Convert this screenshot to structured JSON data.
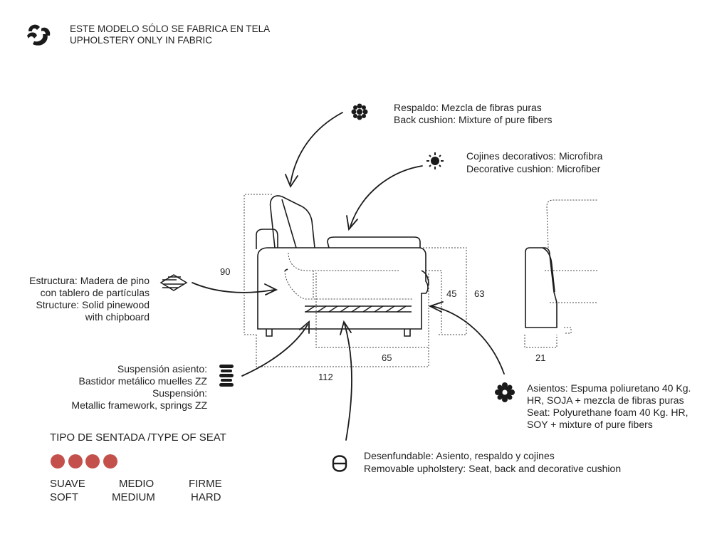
{
  "header": {
    "line1": "ESTE MODELO SÓLO SE FABRICA EN TELA",
    "line2": "UPHOLSTERY ONLY IN FABRIC"
  },
  "callouts": {
    "respaldo": {
      "es": "Respaldo: Mezcla de fibras puras",
      "en": "Back cushion: Mixture of pure fibers",
      "icon": "flower-icon"
    },
    "cojines": {
      "es": "Cojines decorativos: Microfibra",
      "en": "Decorative cushion: Microfiber",
      "icon": "sun-icon"
    },
    "estructura": {
      "es1": "Estructura: Madera de pino",
      "es2": "con tablero de partículas",
      "en1": "Structure: Solid pinewood",
      "en2": "with chipboard",
      "icon": "wood-planks-icon"
    },
    "suspension": {
      "es1": "Suspensión asiento:",
      "es2": "Bastidor metálico muelles ZZ",
      "en1": "Suspensión:",
      "en2": "Metallic framework, springs ZZ",
      "icon": "spring-icon"
    },
    "asientos": {
      "es1": "Asientos: Espuma poliuretano 40 Kg.",
      "es2": "HR, SOJA + mezcla de fibras puras",
      "en1": "Seat: Polyurethane foam 40 Kg. HR,",
      "en2": "SOY + mixture of pure fibers",
      "icon": "gear-flower-icon"
    },
    "desenfundable": {
      "es": "Desenfundable: Asiento, respaldo y cojines",
      "en": "Removable upholstery: Seat, back and decorative cushion",
      "icon": "zipper-icon"
    }
  },
  "dimensions": {
    "height_total": "90",
    "seat_height": "45",
    "arm_height": "63",
    "seat_depth": "65",
    "total_depth": "112",
    "arm_width": "21"
  },
  "seat_type": {
    "title": "TIPO DE SENTADA /TYPE OF SEAT",
    "rating": {
      "filled": 4,
      "total": 4,
      "color": "#c4504c"
    },
    "levels": [
      {
        "es": "SUAVE",
        "en": "SOFT"
      },
      {
        "es": "MEDIO",
        "en": "MEDIUM"
      },
      {
        "es": "FIRME",
        "en": "HARD"
      }
    ]
  }
}
